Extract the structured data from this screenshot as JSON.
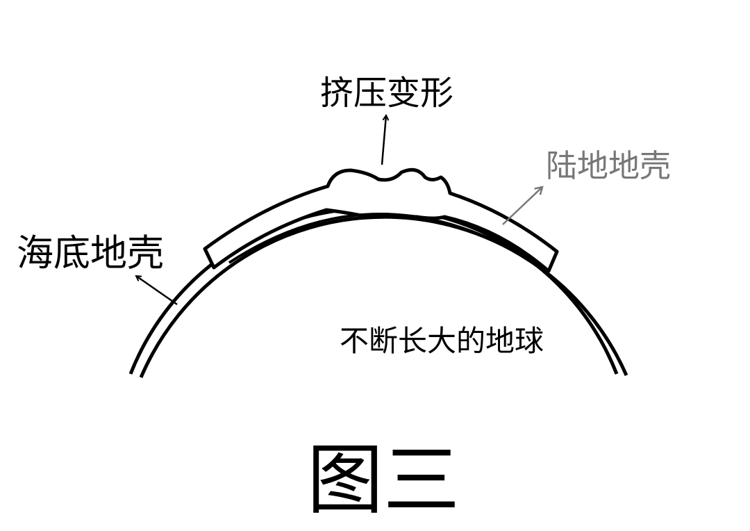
{
  "labels": {
    "compression": "挤压变形",
    "continental_crust": "陆地地壳",
    "oceanic_crust": "海底地壳",
    "earth": "不断长大的地球"
  },
  "caption": "图三",
  "colors": {
    "line": "#000000",
    "continental_label": "#777777"
  }
}
